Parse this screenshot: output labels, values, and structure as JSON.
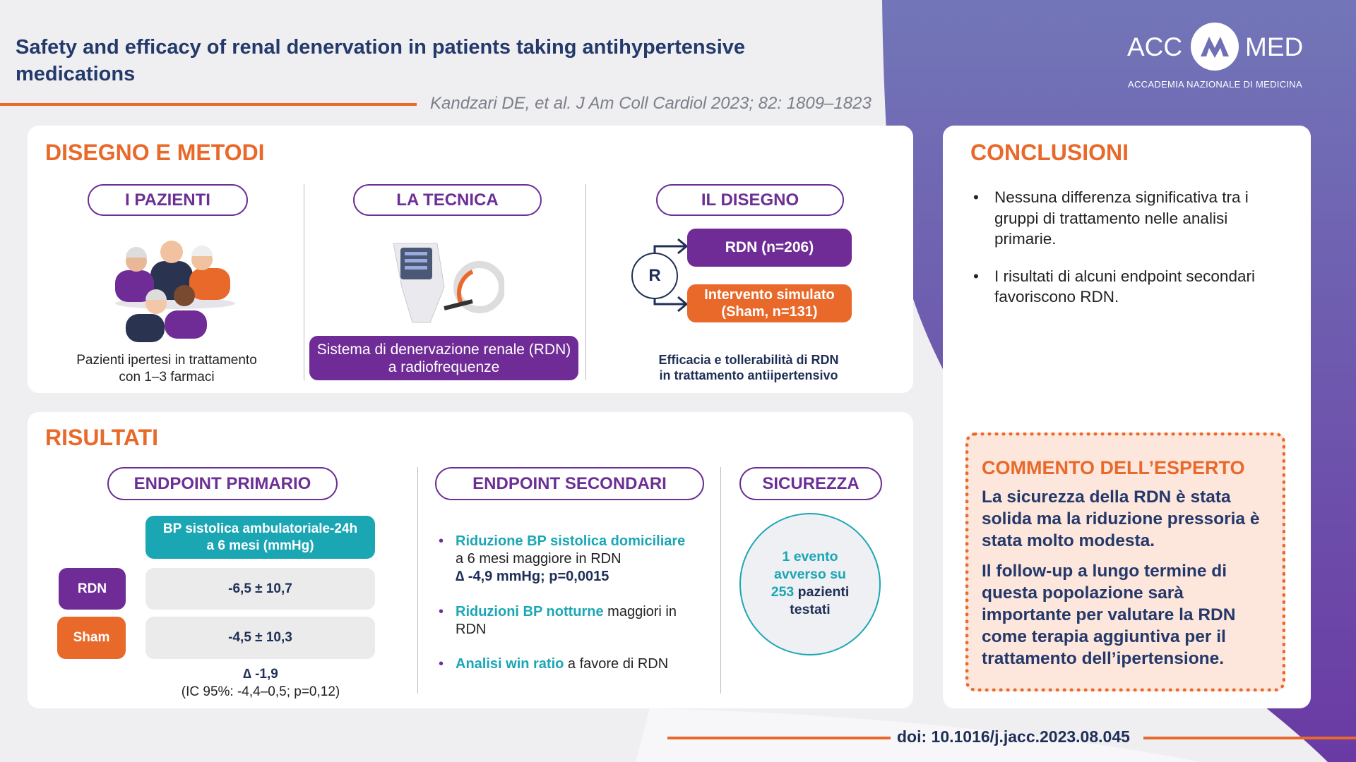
{
  "header": {
    "title": "Safety and efficacy of renal denervation in patients taking antihypertensive medications",
    "citation": "Kandzari DE, et al. J Am Coll Cardiol 2023; 82: 1809–1823"
  },
  "logo": {
    "left": "ACC",
    "right": "MED",
    "subtitle": "ACCADEMIA NAZIONALE DI MEDICINA"
  },
  "design": {
    "heading": "DISEGNO E METODI",
    "patients": {
      "label": "I PAZIENTI",
      "caption_1": "Pazienti ipertesi in trattamento",
      "caption_2": "con 1–3 farmaci"
    },
    "technique": {
      "label": "LA TECNICA",
      "box_1": "Sistema di denervazione renale (RDN)",
      "box_2": "a radiofrequenze"
    },
    "design": {
      "label": "IL DISEGNO",
      "r": "R",
      "rdn": "RDN (n=206)",
      "sham_1": "Intervento simulato",
      "sham_2": "(Sham, n=131)",
      "caption_1": "Efficacia e tollerabilità di RDN",
      "caption_2": "in trattamento antiipertensivo"
    }
  },
  "results": {
    "heading": "RISULTATI",
    "primary": {
      "label": "ENDPOINT PRIMARIO",
      "header_1": "BP sistolica ambulatoriale-24h",
      "header_2": "a 6 mesi (mmHg)",
      "rdn_label": "RDN",
      "rdn_value": "-6,5 ± 10,7",
      "sham_label": "Sham",
      "sham_value": "-4,5 ± 10,3",
      "delta": "∆ -1,9",
      "ci": "(IC 95%: -4,4–0,5; p=0,12)"
    },
    "secondary": {
      "label": "ENDPOINT SECONDARI",
      "b1_hl": "Riduzione BP sistolica domiciliare",
      "b1_l2": "a 6 mesi maggiore in RDN",
      "b1_l3": "∆ -4,9 mmHg; p=0,0015",
      "b2_hl": "Riduzioni BP notturne",
      "b2_rest": " maggiori in",
      "b2_l2": "RDN",
      "b3_hl": "Analisi win ratio",
      "b3_rest": " a favore di RDN"
    },
    "safety": {
      "label": "SICUREZZA",
      "l1": "1 evento",
      "l2": "avverso su",
      "l3_num": "253",
      "l3_rest": " pazienti",
      "l4": "testati"
    }
  },
  "conclusions": {
    "heading": "CONCLUSIONI",
    "items": [
      "Nessuna differenza significativa tra i gruppi di trattamento nelle analisi primarie.",
      "I risultati di alcuni endpoint secondari favoriscono RDN."
    ]
  },
  "expert": {
    "heading": "COMMENTO DELL’ESPERTO",
    "p1": "La sicurezza della RDN è stata solida ma la riduzione pressoria è stata molto modesta.",
    "p2": "Il follow-up a lungo termine di questa popolazione sarà importante per valutare la RDN come terapia aggiuntiva per il trattamento dell’ipertensione."
  },
  "footer": {
    "doi": "doi: 10.1016/j.jacc.2023.08.045"
  },
  "colors": {
    "orange": "#e8692a",
    "purple": "#6f2c96",
    "teal": "#1ba6b4",
    "navy": "#1f2f57"
  }
}
